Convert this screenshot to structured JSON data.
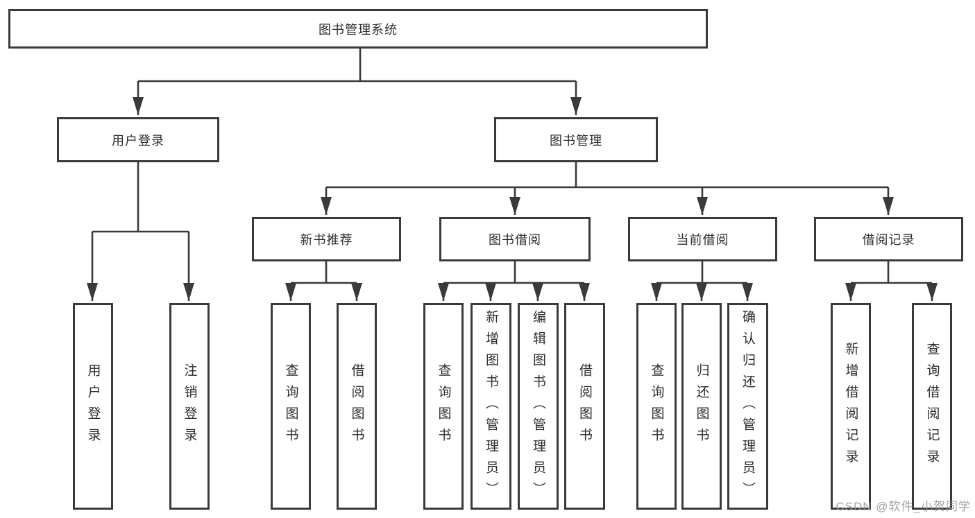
{
  "diagram": {
    "root": {
      "label": "图书管理系统"
    },
    "level2": {
      "user_login": {
        "label": "用户登录"
      },
      "book_management": {
        "label": "图书管理"
      }
    },
    "level3": {
      "new_book_recommend": {
        "label": "新书推荐"
      },
      "book_borrow": {
        "label": "图书借阅"
      },
      "current_borrow": {
        "label": "当前借阅"
      },
      "borrow_records": {
        "label": "借阅记录"
      }
    },
    "leaves": {
      "login": [
        "用户登录",
        "注销登录"
      ],
      "recommend": [
        "查询图书",
        "借阅图书"
      ],
      "borrow": [
        "查询图书",
        "新增图书（管理员）",
        "编辑图书（管理员）",
        "借阅图书"
      ],
      "current": [
        "查询图书",
        "归还图书",
        "确认归还（管理员）"
      ],
      "records": [
        "新增借阅记录",
        "查询借阅记录"
      ]
    }
  },
  "watermark": "CSDN @软件_小贺同学",
  "colors": {
    "line": "#3a3a3a",
    "text": "#2d2d2d",
    "background": "#ffffff",
    "watermark": "#9a9a9a"
  }
}
